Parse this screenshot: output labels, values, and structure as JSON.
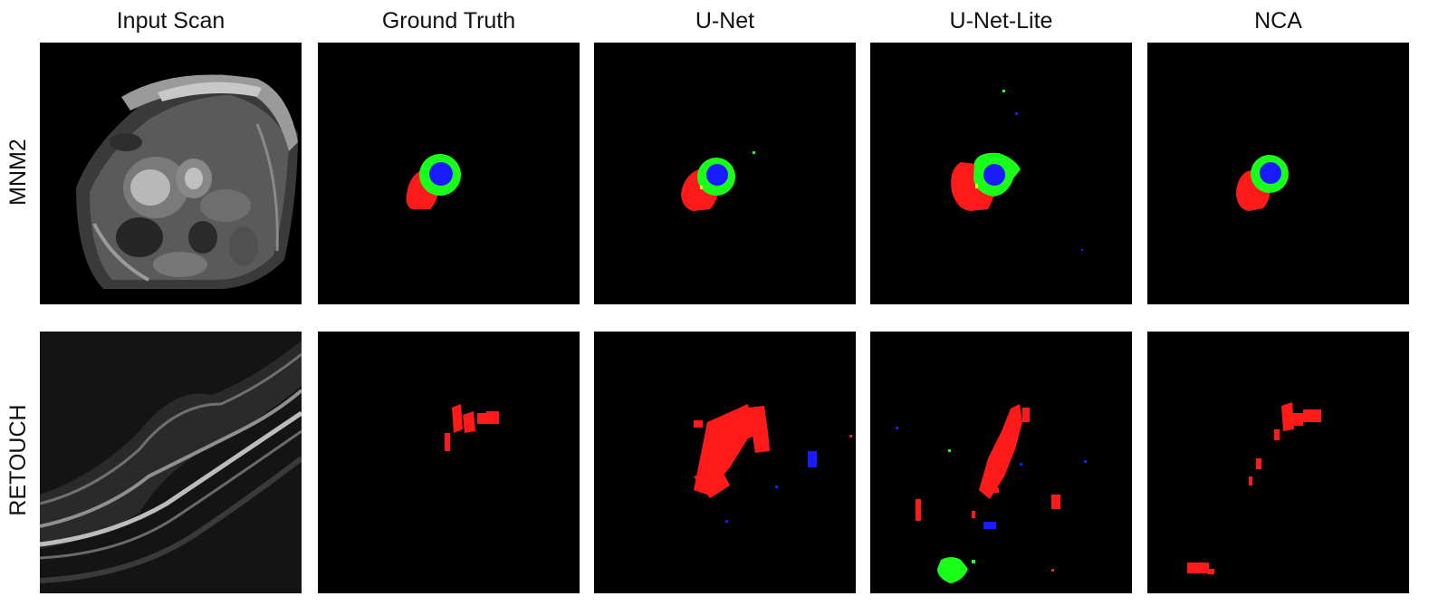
{
  "columns": {
    "input": "Input Scan",
    "gt": "Ground Truth",
    "unet": "U-Net",
    "unet_lite": "U-Net-Lite",
    "nca": "NCA"
  },
  "rows": {
    "mnm2": "MNM2",
    "retouch": "RETOUCH"
  },
  "colors": {
    "background": "#000000",
    "class_red": "#ff1a1a",
    "class_green": "#1aff1a",
    "class_blue": "#1a1aff",
    "class_yellow": "#e6ff1a"
  }
}
